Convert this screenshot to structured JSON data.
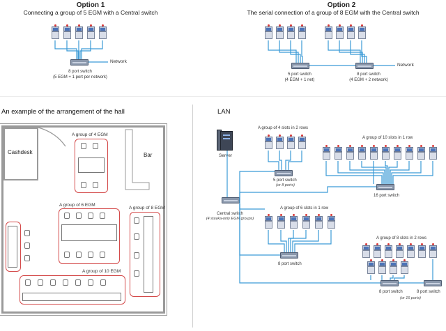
{
  "option1": {
    "title": "Option 1",
    "subtitle": "Connecting a group of 5 EGM with a Central switch",
    "switch_label_1": "8 port switch",
    "switch_label_2": "(5 EGM + 1 port per network)",
    "network_label": "Network"
  },
  "option2": {
    "title": "Option 2",
    "subtitle": "The serial connection of a group of 8 EGM with the Central switch",
    "switch1_label_1": "5 port switch",
    "switch1_label_2": "(4 EGM + 1 net)",
    "switch2_label_1": "8 port switch",
    "switch2_label_2": "(4 EGM + 2 network)",
    "network_label": "Network"
  },
  "hall": {
    "title": "An example of the arrangement of the hall",
    "cashdesk": "Cashdesk",
    "bar": "Bar",
    "group4": "A group of 4 EGM",
    "group6": "A group of 6 EGM",
    "group8": "A group of 8 EGM",
    "group10": "A group of 10 EGM"
  },
  "lan": {
    "title": "LAN",
    "server": "Server",
    "central_switch": "Central switch",
    "central_switch_note": "(4 stavka-only EGM groups)",
    "group4_title": "A group of 4 slots in 2 rows",
    "group4_switch": "5 port switch",
    "group4_switch_note": "(or 8 ports)",
    "group10_title": "A group of 10 slots in 1 row",
    "group10_switch": "16 port switch",
    "group6_title": "A group of 6 slots in 1 row",
    "group6_switch": "8 port switch",
    "group8_title": "A group of 8 slots in 2 rows",
    "group8_switch_a": "8 port switch",
    "group8_switch_b": "8 port switch",
    "group8_switch_note": "(or 16 ports)"
  },
  "colors": {
    "wire": "#3a9ad6",
    "group_border": "#d44a4a",
    "wall": "#9a9a9a"
  }
}
